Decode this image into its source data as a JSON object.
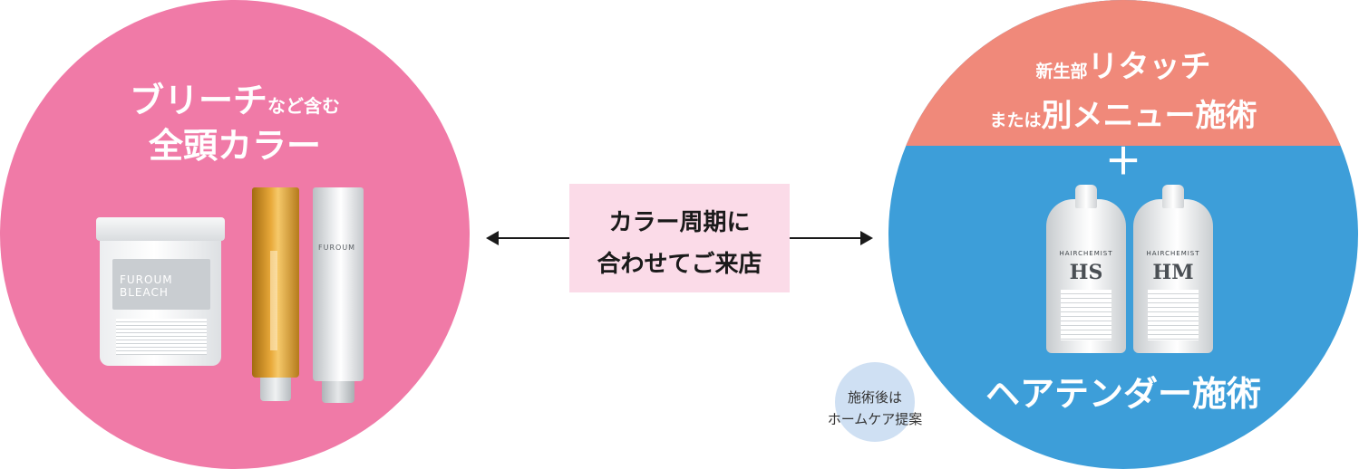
{
  "left_circle": {
    "title_main": "ブリーチ",
    "title_small": "など含む",
    "title_line2": "全頭カラー",
    "color": "#f07aa7",
    "products": {
      "bleach_label": "FUROUM BLEACH",
      "tube_label": "FUROUM"
    }
  },
  "center": {
    "line1": "カラー周期に",
    "line2": "合わせてご来店",
    "background": "#fbdbe8"
  },
  "right_circle": {
    "top_small_1": "新生部",
    "top_main_1": "リタッチ",
    "top_small_2": "または",
    "top_main_2": "別メニュー施術",
    "plus": "＋",
    "bottom": "ヘアテンダー施術",
    "top_color": "#f0897a",
    "bottom_color": "#3d9ed9",
    "products": {
      "brand": "HAIRCHEMIST",
      "mark_1": "HS",
      "mark_2": "HM"
    }
  },
  "bubble": {
    "line1": "施術後は",
    "line2": "ホームケア提案",
    "color": "#cfe0f3"
  }
}
